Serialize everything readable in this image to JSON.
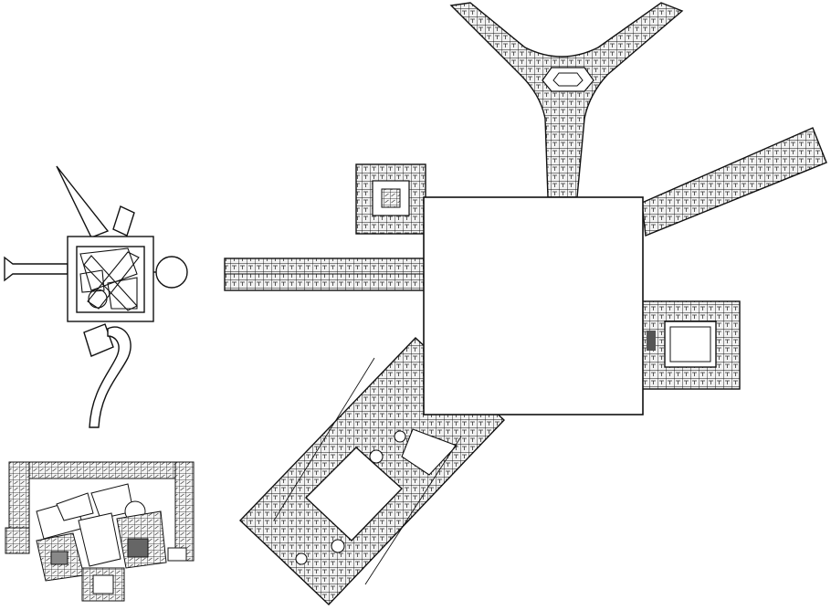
{
  "figure": {
    "labels": []
  },
  "colors": {
    "background": "#ffffff",
    "ink": "#111111",
    "wing_fill": "#e9e9e9",
    "courtyard_fill": "#ffffff",
    "solid_fill": "#555555"
  },
  "panels": [
    {
      "name": "abstract-diagram",
      "description_key": "schematic-composition"
    },
    {
      "name": "site-plan",
      "description_key": "small-ground-floor-plan"
    },
    {
      "name": "main-plan",
      "description_key": "central-block-with-radiating-wings"
    }
  ],
  "main_plan_elements": [
    "central-block",
    "y-shaped-north-wing",
    "northeast-diagonal-wing",
    "west-wing",
    "northwest-court-pavilion",
    "east-court-pavilion",
    "southwest-diagonal-wing"
  ]
}
